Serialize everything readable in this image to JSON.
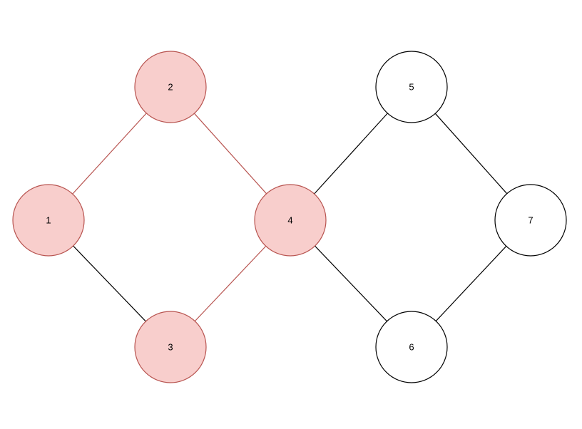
{
  "colors": {
    "highlight_fill": "#f8cecc",
    "highlight_stroke": "#b85450",
    "normal_fill": "#ffffff",
    "normal_stroke": "#000000"
  },
  "graph": {
    "nodes": [
      {
        "id": "1",
        "label": "1",
        "highlighted": true
      },
      {
        "id": "2",
        "label": "2",
        "highlighted": true
      },
      {
        "id": "3",
        "label": "3",
        "highlighted": true
      },
      {
        "id": "4",
        "label": "4",
        "highlighted": true
      },
      {
        "id": "5",
        "label": "5",
        "highlighted": false
      },
      {
        "id": "6",
        "label": "6",
        "highlighted": false
      },
      {
        "id": "7",
        "label": "7",
        "highlighted": false
      }
    ],
    "edges": [
      {
        "from": "1",
        "to": "2",
        "highlighted": true
      },
      {
        "from": "1",
        "to": "3",
        "highlighted": false
      },
      {
        "from": "2",
        "to": "4",
        "highlighted": true
      },
      {
        "from": "3",
        "to": "4",
        "highlighted": true
      },
      {
        "from": "4",
        "to": "5",
        "highlighted": false
      },
      {
        "from": "4",
        "to": "6",
        "highlighted": false
      },
      {
        "from": "5",
        "to": "7",
        "highlighted": false
      },
      {
        "from": "6",
        "to": "7",
        "highlighted": false
      }
    ]
  }
}
